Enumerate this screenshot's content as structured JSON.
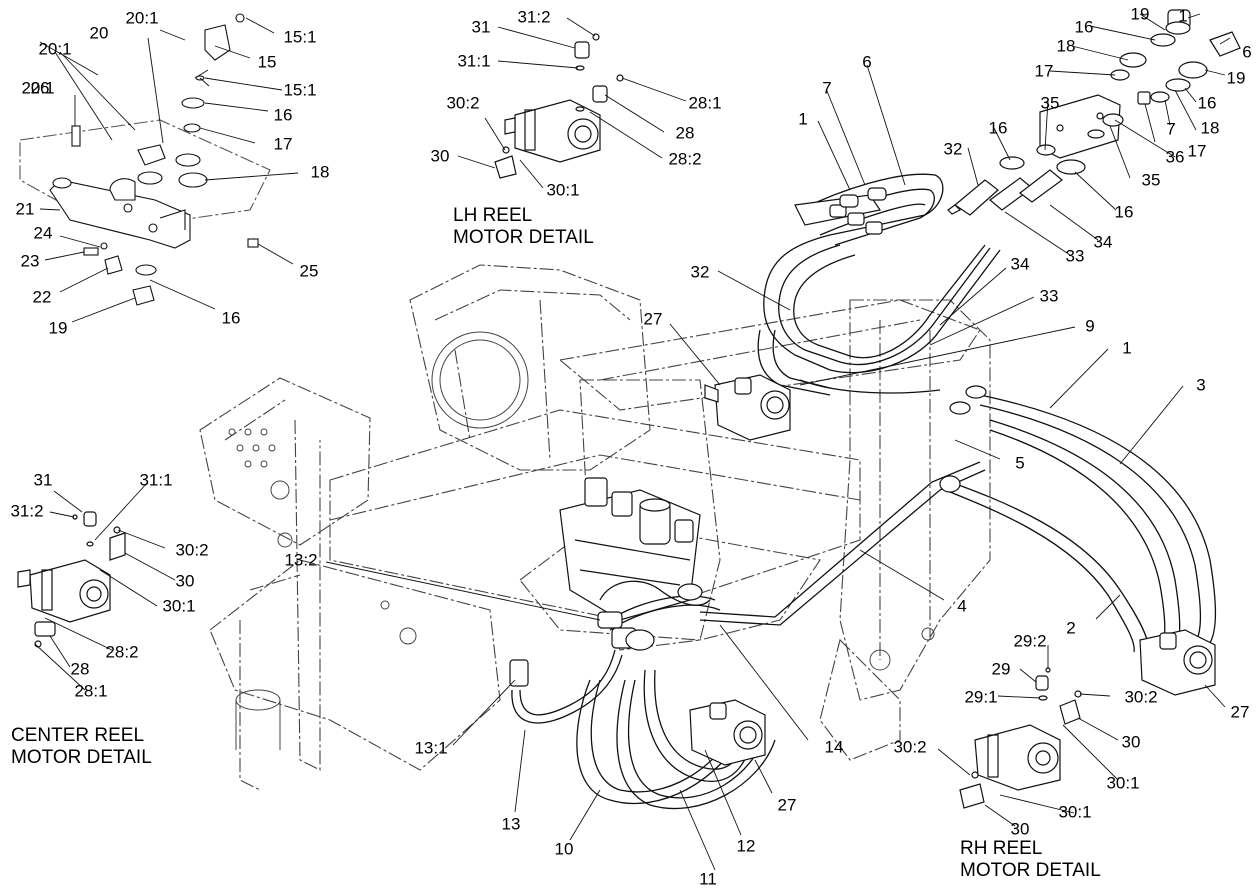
{
  "callouts": [
    "1",
    "1",
    "1",
    "2",
    "3",
    "4",
    "5",
    "6",
    "6",
    "7",
    "7",
    "9",
    "10",
    "11",
    "12",
    "13",
    "13:1",
    "13:2",
    "14",
    "15",
    "15:1",
    "15:1",
    "16",
    "16",
    "16",
    "16",
    "16",
    "16",
    "17",
    "17",
    "17",
    "18",
    "18",
    "18",
    "19",
    "19",
    "19",
    "20",
    "20:1",
    "20:1",
    "21",
    "22",
    "23",
    "24",
    "25",
    "26",
    "27",
    "27",
    "27",
    "28",
    "28",
    "28:1",
    "28:1",
    "28:2",
    "28:2",
    "29",
    "29:1",
    "29:2",
    "30",
    "30",
    "30",
    "30",
    "30:1",
    "30:1",
    "30:1",
    "30:1",
    "30:2",
    "30:2",
    "30:2",
    "30:2",
    "31",
    "31",
    "31:1",
    "31:1",
    "31:2",
    "31:2",
    "32",
    "32",
    "33",
    "33",
    "34",
    "34",
    "35",
    "35",
    "36"
  ],
  "captions": [
    {
      "lines": [
        "LH REEL",
        "MOTOR DETAIL"
      ]
    },
    {
      "lines": [
        "CENTER REEL",
        "MOTOR DETAIL"
      ]
    },
    {
      "lines": [
        "RH REEL",
        "MOTOR DETAIL"
      ]
    }
  ]
}
